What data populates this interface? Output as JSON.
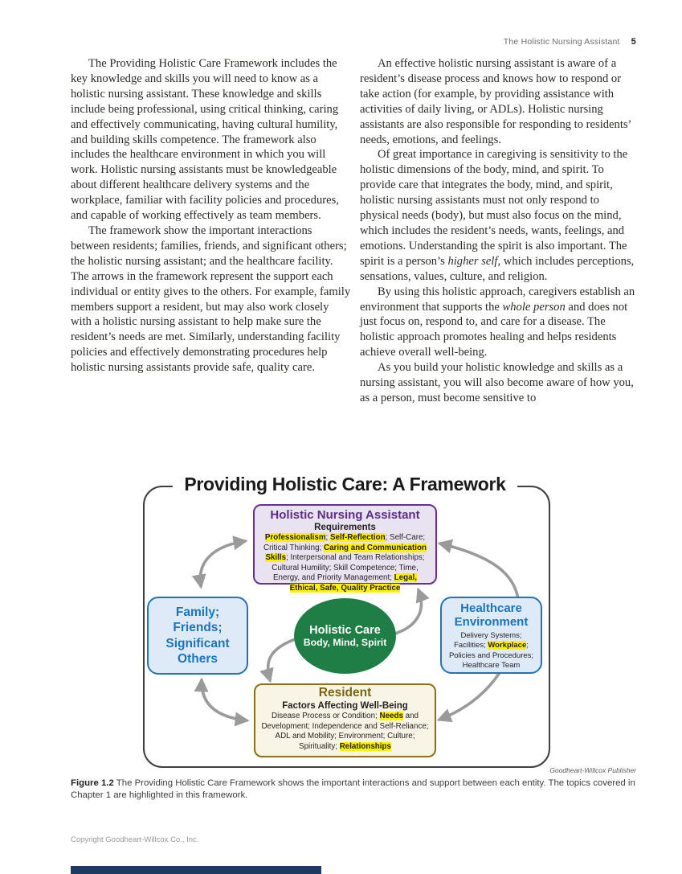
{
  "header": {
    "running_title": "The Holistic Nursing Assistant",
    "page_number": "5"
  },
  "columns": {
    "left": [
      {
        "segments": [
          {
            "text": "The Providing Holistic Care Framework includes the key knowledge and skills you will need to know as a holistic nursing assistant. These knowledge and skills include being professional, using critical thinking, caring and effectively communicating, having cultural humility, and building skills competence. The framework also includes the healthcare environment in which you will work. Holistic nursing assistants must be knowledgeable about different healthcare delivery systems and the workplace, familiar with facility policies and procedures, and capable of working effectively as team members."
          }
        ]
      },
      {
        "segments": [
          {
            "text": "The framework show the important interactions between residents; families, friends, and significant others; the holistic nursing assistant; and the healthcare facility. The arrows in the framework represent the support each individual or entity gives to the others. For example, family members support a resident, but may also work closely with a holistic nursing assistant to help make sure the resident’s needs are met. Similarly, understanding facility policies and effectively demonstrating procedures help holistic nursing assistants provide safe, quality care."
          }
        ]
      }
    ],
    "right": [
      {
        "segments": [
          {
            "text": "An effective holistic nursing assistant is aware of a resident’s disease process and knows how to respond or take action (for example, by providing assistance with activities of daily living, or ADLs). Holistic nursing assistants are also responsible for responding to residents’ needs, emotions, and feelings."
          }
        ]
      },
      {
        "segments": [
          {
            "text": "Of great importance in caregiving is sensitivity to the holistic dimensions of the body, mind, and spirit. To provide care that integrates the body, mind, and spirit, holistic nursing assistants must not only respond to physical needs (body), but must also focus on the mind, which includes the resident’s needs, wants, feelings, and emotions. Understanding the spirit is also important. The spirit is a person’s "
          },
          {
            "text": "higher self,",
            "italic": true
          },
          {
            "text": " which includes perceptions, sensations, values, culture, and religion."
          }
        ]
      },
      {
        "segments": [
          {
            "text": "By using this holistic approach, caregivers establish an environment that supports the "
          },
          {
            "text": "whole person",
            "italic": true
          },
          {
            "text": " and does not just focus on, respond to, and care for a disease. The holistic approach promotes healing and helps residents achieve overall well-being."
          }
        ]
      },
      {
        "segments": [
          {
            "text": "As you build your holistic knowledge and skills as a nursing assistant, you will also become aware of how you, as a person, must become sensitive to"
          }
        ]
      }
    ]
  },
  "figure": {
    "title": "Providing Holistic Care: A Framework",
    "credit": "Goodheart-Willcox Publisher",
    "nodes": {
      "top": {
        "title": "Holistic Nursing Assistant",
        "subtitle": "Requirements",
        "body": [
          {
            "text": "Professionalism",
            "highlight": true
          },
          {
            "text": "; "
          },
          {
            "text": "Self-Reflection",
            "highlight": true
          },
          {
            "text": "; Self-Care; Critical Thinking; "
          },
          {
            "text": "Caring and Communication Skills",
            "highlight": true
          },
          {
            "text": "; Interpersonal and Team Relationships; Cultural Humility; Skill Competence; Time, Energy, and Priority Management; "
          },
          {
            "text": "Legal, Ethical, Safe, Quality Practice",
            "highlight": true
          }
        ]
      },
      "left": {
        "title": "Family; Friends; Significant Others"
      },
      "center": {
        "title": "Holistic Care",
        "subtitle": "Body, Mind, Spirit"
      },
      "right": {
        "title": "Healthcare Environment",
        "body": [
          {
            "text": "Delivery Systems; Facilities; "
          },
          {
            "text": "Workplace",
            "highlight": true
          },
          {
            "text": "; Policies and Procedures; Healthcare Team"
          }
        ]
      },
      "bottom": {
        "title": "Resident",
        "subtitle": "Factors Affecting Well-Being",
        "body": [
          {
            "text": "Disease Process or Condition; "
          },
          {
            "text": "Needs",
            "highlight": true
          },
          {
            "text": " and Development; Independence and Self-Reliance; ADL and Mobility; Environment; Culture; Spirituality; "
          },
          {
            "text": "Relationships",
            "highlight": true
          }
        ]
      }
    }
  },
  "caption": {
    "label": "Figure 1.2",
    "text": "The Providing Holistic Care Framework shows the important interactions and support between each entity. The topics covered in Chapter 1 are highlighted in this framework."
  },
  "footer": {
    "copyright": "Copyright Goodheart-Willcox Co., Inc."
  },
  "colors": {
    "purple_border": "#67308F",
    "purple_fill": "#E9E3F1",
    "purple_text": "#5C2D87",
    "blue_border": "#2473B8",
    "blue_fill": "#DEEAF8",
    "blue_text": "#1B75BC",
    "green_fill": "#1F7E45",
    "gold_border": "#8A7114",
    "gold_fill": "#F8F5E7",
    "gold_text": "#7A6410",
    "highlight_yellow": "#FFF100",
    "arrow_gray": "#9A9A9A",
    "footer_bar_navy": "#1F3A5F"
  }
}
